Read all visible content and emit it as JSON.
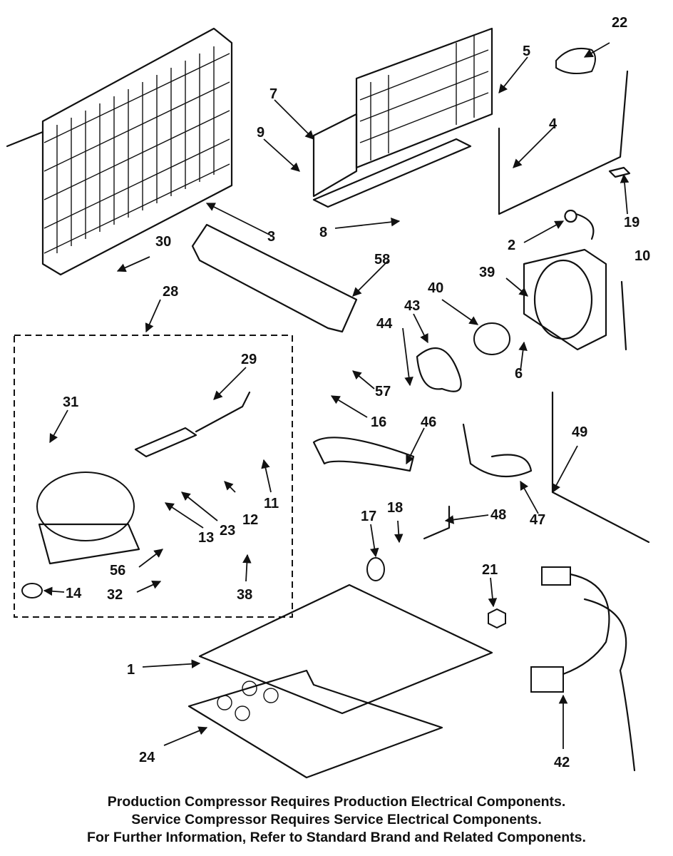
{
  "callouts": [
    "1",
    "2",
    "3",
    "4",
    "5",
    "6",
    "7",
    "8",
    "9",
    "10",
    "11",
    "12",
    "13",
    "14",
    "16",
    "17",
    "18",
    "19",
    "21",
    "22",
    "23",
    "24",
    "28",
    "29",
    "30",
    "31",
    "32",
    "38",
    "39",
    "40",
    "42",
    "43",
    "44",
    "46",
    "47",
    "48",
    "49",
    "56",
    "57",
    "58"
  ],
  "notes": {
    "line1": "Production Compressor Requires Production Electrical Components.",
    "line2": "Service Compressor Requires Service Electrical Components.",
    "line3": "For Further Information, Refer to Standard Brand and Related Components."
  }
}
